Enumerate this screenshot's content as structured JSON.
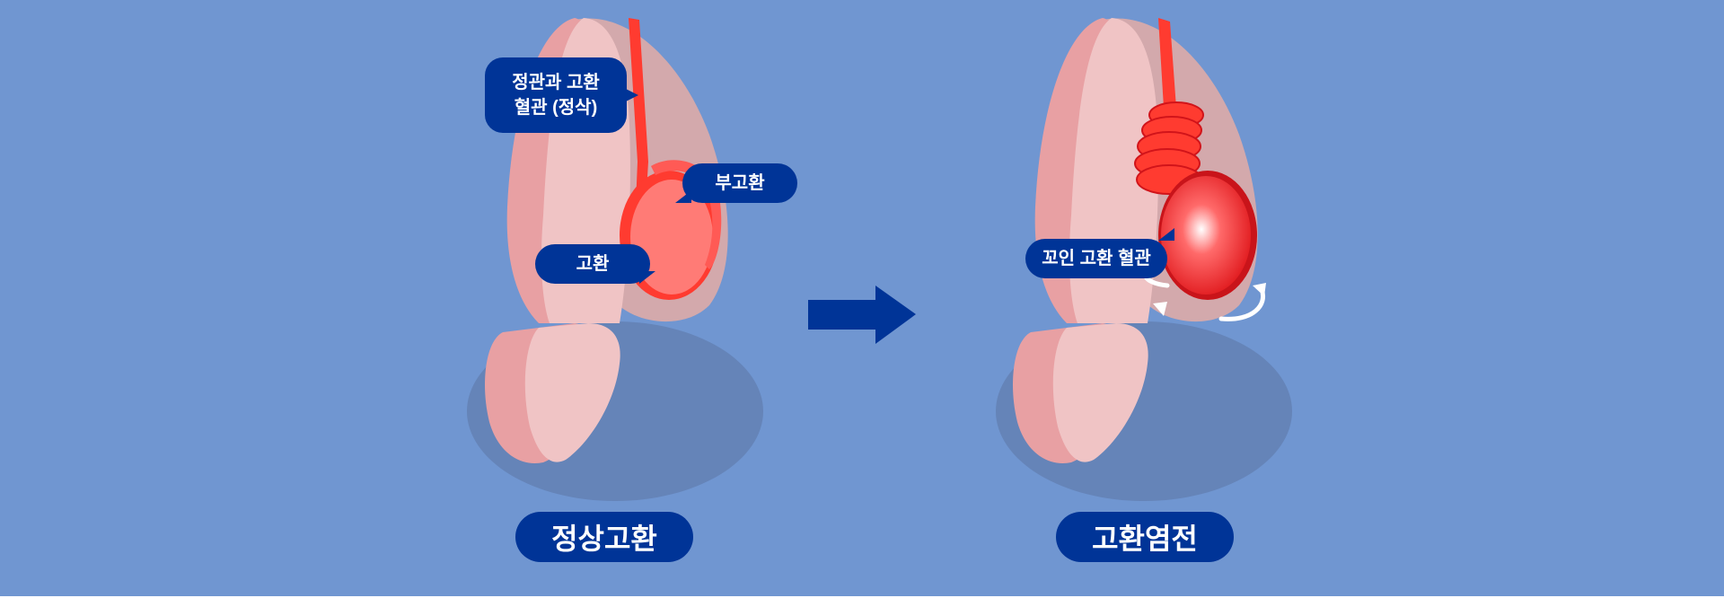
{
  "diagram": {
    "left": {
      "caption": "정상고환",
      "labels": {
        "cord_line1": "정관과 고환",
        "cord_line2": "혈관 (정삭)",
        "epididymis": "부고환",
        "testis": "고환"
      }
    },
    "right": {
      "caption": "고환염전",
      "labels": {
        "twisted": "꼬인 고환 혈관"
      }
    },
    "colors": {
      "background": "#7096d1",
      "label_bg": "#003497",
      "skin": "#f0c4c5",
      "skin_shadow": "#e8a0a3",
      "vessel": "#ff3b30",
      "testis_normal": "#ff7b76",
      "shadow": "#6584b8"
    },
    "icons": [
      "arrow-right-icon",
      "rotation-arrows-icon"
    ]
  }
}
